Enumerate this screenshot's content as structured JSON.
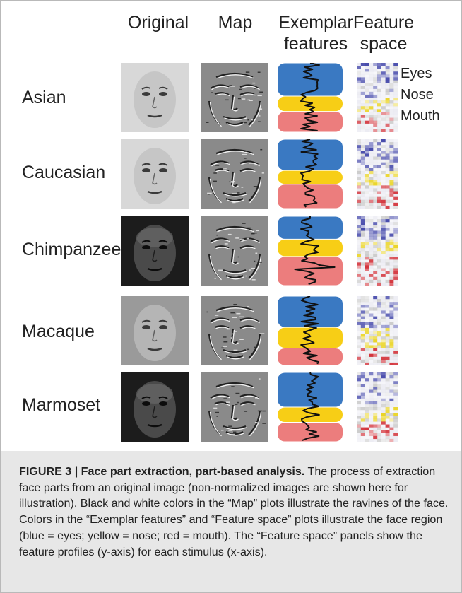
{
  "columns": [
    {
      "id": "original",
      "label": "Original"
    },
    {
      "id": "map",
      "label": "Map"
    },
    {
      "id": "exemplar",
      "label": "Exemplar\nfeatures"
    },
    {
      "id": "feature",
      "label": "Feature\nspace"
    }
  ],
  "rows": [
    {
      "id": "asian",
      "label": "Asian",
      "face": "light",
      "bands": [
        0.48,
        0.22,
        0.3
      ]
    },
    {
      "id": "caucasian",
      "label": "Caucasian",
      "face": "light",
      "bands": [
        0.45,
        0.2,
        0.35
      ]
    },
    {
      "id": "chimpanzee",
      "label": "Chimpanzee",
      "face": "dark",
      "bands": [
        0.33,
        0.25,
        0.42
      ]
    },
    {
      "id": "macaque",
      "label": "Macaque",
      "face": "mid",
      "bands": [
        0.45,
        0.3,
        0.25
      ]
    },
    {
      "id": "marmoset",
      "label": "Marmoset",
      "face": "dark",
      "bands": [
        0.5,
        0.22,
        0.28
      ]
    }
  ],
  "legend": [
    "Eyes",
    "Nose",
    "Mouth"
  ],
  "region_colors": {
    "eyes": "#3a79c2",
    "nose": "#f7ce16",
    "mouth": "#ec7d7d"
  },
  "feature_colors": {
    "eyes": "#3b3fa6",
    "nose": "#e9d21a",
    "mouth": "#d0262f"
  },
  "caption": {
    "label": "FIGURE 3 | Face part extraction, part-based analysis.",
    "text": " The process of extraction face parts from an original image (non-normalized images are shown here for illustration). Black and white colors in the “Map” plots illustrate the ravines of the face. Colors in the “Exemplar features” and “Feature space” plots illustrate the face region (blue = eyes; yellow = nose; red = mouth). The “Feature space” panels show the feature profiles (y-axis) for each stimulus (x-axis)."
  }
}
